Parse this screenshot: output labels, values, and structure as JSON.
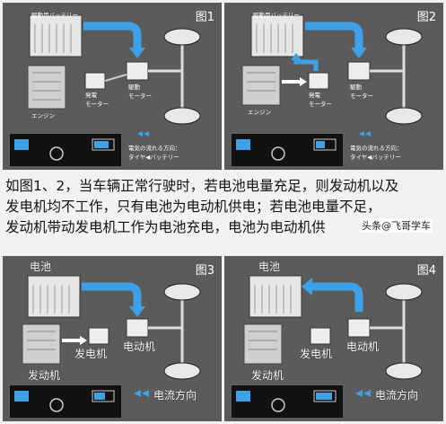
{
  "figures": [
    {
      "label": "图1",
      "battery": "駆動用バッテリー",
      "engine": "エンジン",
      "generator": "発電\nモーター",
      "motor": "駆動\nモーター",
      "flow_line1": "電気の流れる方向：",
      "flow_line2": "タイヤ◀バッテリー"
    },
    {
      "label": "图2",
      "battery": "駆動用バッテリー",
      "engine": "エンジン",
      "generator": "発電\nモーター",
      "motor": "駆動\nモーター",
      "flow_line1": "電気の流れる方向：",
      "flow_line2": "タイヤ◀バッテリー"
    },
    {
      "label": "图3",
      "battery": "电池",
      "engine": "发动机",
      "generator": "发电机",
      "motor": "电动机",
      "flow_line1": "电流方向"
    },
    {
      "label": "图4",
      "battery": "电池",
      "engine": "发动机",
      "generator": "发电机",
      "motor": "电动机",
      "flow_line1": "电流方向"
    }
  ],
  "caption": {
    "line1": "如图1、2，当车辆正常行驶时，若电池电量充足，则发动机以及",
    "line2": "发电机均不工作，只有电池为电动机供电；若电池电量不足，",
    "line3": "发动机带动发电机工作为电池充电，电池为电动机供"
  },
  "watermark": "头条@飞哥学车",
  "colors": {
    "panel": "#5b5b5b",
    "arrow": "#3ea0e6",
    "text": "#ffffff"
  }
}
